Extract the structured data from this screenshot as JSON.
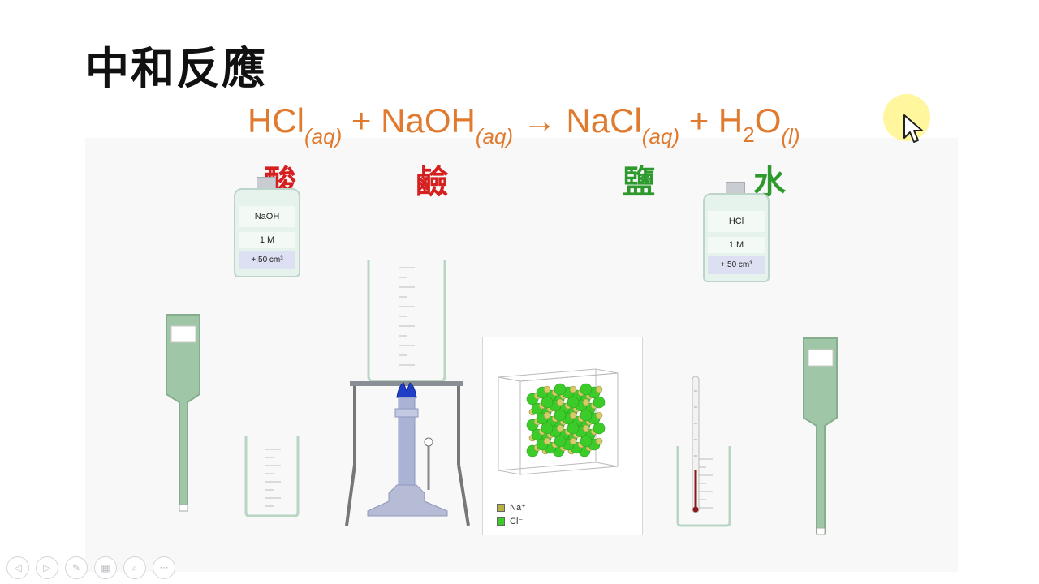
{
  "slide": {
    "title": "中和反應"
  },
  "equation": {
    "hcl": "HCl",
    "aq1": "(aq)",
    "plus1": " + ",
    "naoh": "NaOH",
    "aq2": "(aq)",
    "arrow": " → ",
    "nacl": "NaCl",
    "aq3": "(aq)",
    "plus2": " + ",
    "h": "H",
    "two": "2",
    "o": "O",
    "l": "(l)"
  },
  "labels": {
    "acid": "酸",
    "base": "鹼",
    "salt": "鹽",
    "water": "水",
    "acid_color": "#d62020",
    "base_color": "#d62020",
    "salt_color": "#2e9a2e",
    "water_color": "#2e9a2e"
  },
  "colors": {
    "equation": "#e07a2f",
    "glass": "#cfe3d8",
    "sphere_cl": "#3ccc2a",
    "sphere_na": "#d5cb6a"
  },
  "bottles": [
    {
      "name": "NaOH",
      "conc": "1 M",
      "volume": "+:50 cm³"
    },
    {
      "name": "HCl",
      "conc": "1 M",
      "volume": "+:50 cm³"
    }
  ],
  "legend": {
    "na": "Na⁺",
    "cl": "Cl⁻"
  },
  "toolbar": {
    "prev": "◁",
    "next": "▷",
    "pen": "✎",
    "slides": "▦",
    "zoom": "⌕",
    "more": "···"
  }
}
